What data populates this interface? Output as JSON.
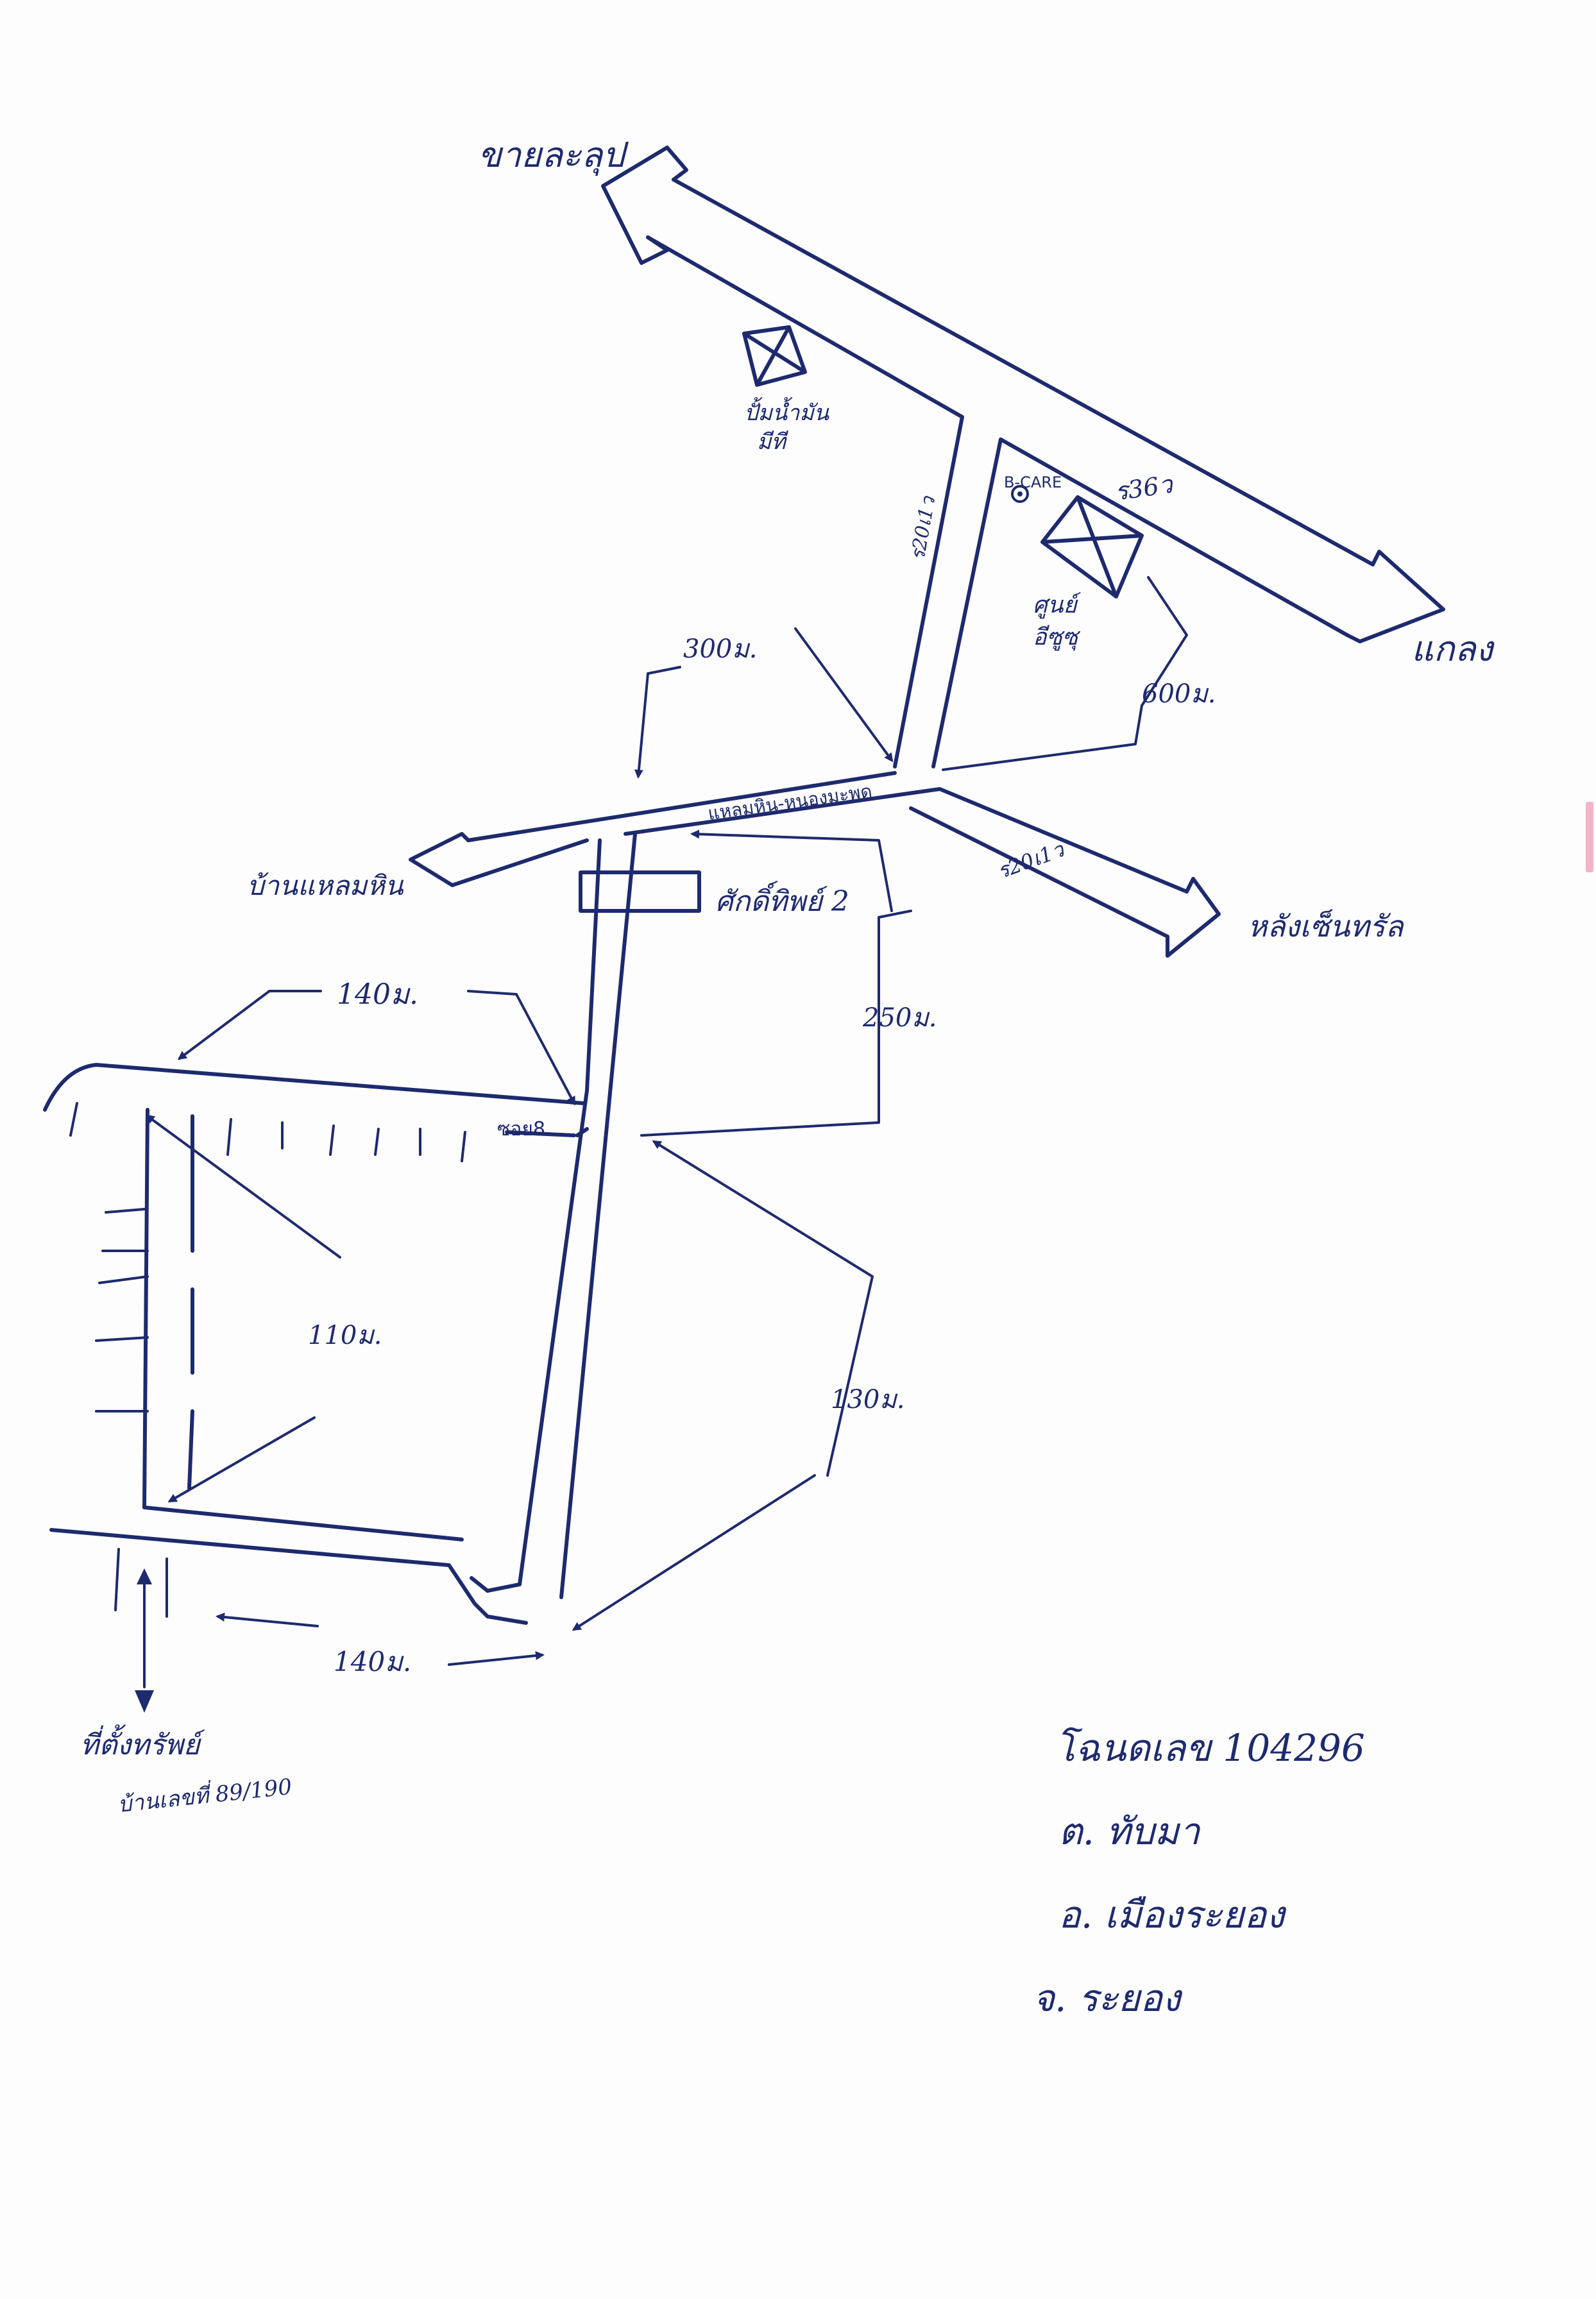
{
  "map": {
    "to_top_left": "ขายละลุป",
    "to_right": "แกลง",
    "to_left": "บ้านแหลมหิน",
    "to_bottom_right": "หลังเซ็นทรัล",
    "road_main": "แหลมหิน-หนองมะพด",
    "road_sign_1": "ร20เ1ว",
    "road_sign_2": "ร36ว",
    "road_sign_3": "ร20เ1ว",
    "gas_station_line1": "ปั้มน้ำมัน",
    "gas_station_line2": "มีที",
    "bcare": "B-CARE",
    "center_line1": "ศูนย์",
    "center_line2": "อีซูซุ",
    "shop": "ศักดิ์ทิพย์ 2",
    "soi": "ซอย8",
    "dist_300": "300ม.",
    "dist_600": "600ม.",
    "dist_250": "250ม.",
    "dist_140_top": "140ม.",
    "dist_110": "110ม.",
    "dist_130": "130ม.",
    "dist_140_bottom": "140ม.",
    "property_line1": "ที่ตั้งทรัพย์",
    "property_line2": "บ้านเลขที่ 89/190"
  },
  "info": {
    "deed": "โฉนดเลข 104296",
    "tambon": "ต. ทับมา",
    "amphoe": "อ. เมืองระยอง",
    "province": "จ. ระยอง"
  }
}
